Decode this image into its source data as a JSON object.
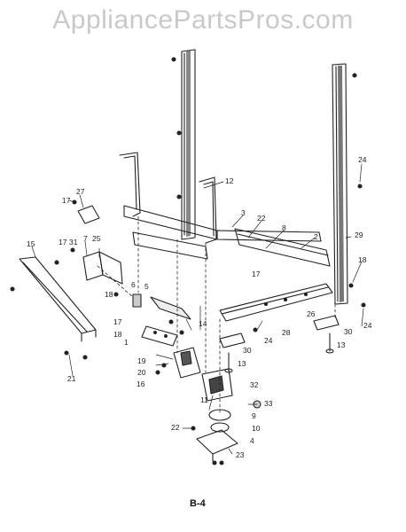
{
  "watermark": "AppliancePartsPros.com",
  "page_label": "B-4",
  "callouts": [
    "1",
    "2",
    "3",
    "4",
    "5",
    "6",
    "7",
    "8",
    "9",
    "10",
    "11",
    "12",
    "13",
    "13",
    "14",
    "15",
    "16",
    "17",
    "17",
    "17",
    "17",
    "18",
    "18",
    "18",
    "19",
    "20",
    "21",
    "22",
    "22",
    "23",
    "24",
    "24",
    "24",
    "25",
    "26",
    "27",
    "28",
    "29",
    "30",
    "30",
    "31",
    "32",
    "33"
  ]
}
